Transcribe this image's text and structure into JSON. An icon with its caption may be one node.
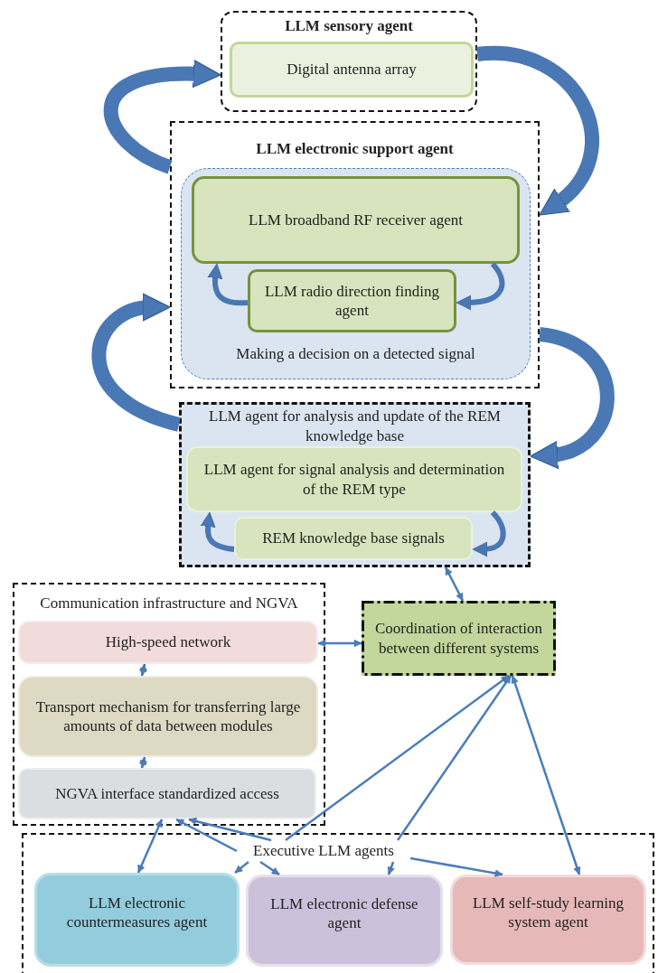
{
  "diagram": {
    "nodes": [
      {
        "text": [
          "LLM sensory agent"
        ]
      },
      {
        "text": [
          "Digital antenna array"
        ],
        "in": 0
      },
      {
        "text": [
          "LLM electronic support agent"
        ]
      },
      {
        "text": [
          "Making a decision on a detected signal"
        ],
        "in": 2
      },
      {
        "text": [
          "LLM broadband RF receiver agent"
        ],
        "in": 3
      },
      {
        "text": [
          "LLM radio direction finding agent"
        ],
        "in": 3
      },
      {
        "text": [
          "LLM agent for analysis and update of the REM knowledge base"
        ]
      },
      {
        "text": [
          "LLM agent for signal analysis and determination of the REM type"
        ],
        "in": 6
      },
      {
        "text": [
          "REM knowledge base signals"
        ],
        "in": 6
      },
      {
        "text": [
          "Communication infrastructure and NGVA"
        ]
      },
      {
        "text": [
          "High-speed network"
        ],
        "in": 9
      },
      {
        "text": [
          "Transport mechanism for transferring large amounts of data between modules"
        ],
        "in": 9
      },
      {
        "text": [
          "NGVA interface standardized access"
        ],
        "in": 9
      },
      {
        "text": [
          "Coordination of interaction between different systems"
        ]
      },
      {
        "text": [],
        "shape": "box"
      },
      {
        "text": [
          "Executive LLM agents"
        ],
        "in": 14
      },
      {
        "text": [
          "LLM electronic countermeasures agent"
        ],
        "in": 14
      },
      {
        "text": [
          "LLM electronic defense agent"
        ],
        "in": 14
      },
      {
        "text": [
          "LLM self-study learning system agent"
        ],
        "in": 14
      }
    ],
    "edges": [
      {
        "from": 2,
        "to": 0,
        "arrow": "to",
        "style": "thick"
      },
      {
        "from": 0,
        "to": 2,
        "arrow": "to",
        "style": "thick"
      },
      {
        "from": 6,
        "to": 2,
        "arrow": "to",
        "style": "thick"
      },
      {
        "from": 2,
        "to": 6,
        "arrow": "to",
        "style": "thick"
      },
      {
        "from": 5,
        "to": 4,
        "arrow": "to",
        "style": "thick"
      },
      {
        "from": 4,
        "to": 5,
        "arrow": "to",
        "style": "thick"
      },
      {
        "from": 8,
        "to": 7,
        "arrow": "to",
        "style": "thick"
      },
      {
        "from": 7,
        "to": 8,
        "arrow": "to",
        "style": "thick"
      },
      {
        "from": 6,
        "to": 13,
        "arrow": "both"
      },
      {
        "from": 10,
        "to": 13,
        "arrow": "both"
      },
      {
        "from": 10,
        "to": 11,
        "arrow": "both"
      },
      {
        "from": 11,
        "to": 12,
        "arrow": "both"
      },
      {
        "from": 15,
        "to": 13,
        "arrow": "to"
      },
      {
        "from": 15,
        "to": 13,
        "arrow": "to"
      },
      {
        "from": 13,
        "to": 18,
        "arrow": "both"
      },
      {
        "from": 12,
        "to": 16,
        "arrow": "both"
      },
      {
        "from": 15,
        "to": 12,
        "arrow": "to"
      },
      {
        "from": 15,
        "to": 12,
        "arrow": "to"
      },
      {
        "from": 15,
        "to": 16,
        "arrow": "to"
      },
      {
        "from": 15,
        "to": 17,
        "arrow": "to"
      },
      {
        "from": 15,
        "to": 17,
        "arrow": "to"
      },
      {
        "from": 15,
        "to": 18,
        "arrow": "to"
      }
    ]
  }
}
